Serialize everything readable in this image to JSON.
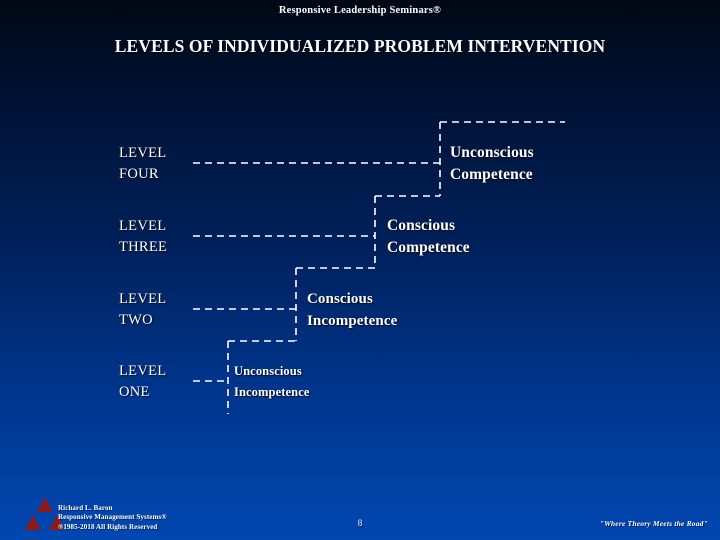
{
  "header": {
    "company_title": "Responsive Leadership Seminars®",
    "slide_heading": "LEVELS OF INDIVIDUALIZED PROBLEM INTERVENTION"
  },
  "diagram": {
    "type": "staircase",
    "levels": [
      {
        "label": "LEVEL\nFOUR",
        "value": "Unconscious\nCompetence"
      },
      {
        "label": "LEVEL\nTHREE",
        "value": "Conscious\nCompetence"
      },
      {
        "label": "LEVEL\nTWO",
        "value": "Conscious\nIncompetence"
      },
      {
        "label": "LEVEL\nONE",
        "value": "Unconscious\nIncompetence"
      }
    ],
    "line_style": "dashed",
    "line_color": "#ffffff"
  },
  "footer": {
    "logo_name": "three-triangles-logo",
    "logo_color": "#8b1a1a",
    "credit": "Richard L. Baron\nResponsive Management Systems®\n®1985-2018 All Rights Reserved",
    "page_number": "8",
    "tagline": "\"Where Theory Meets the Road\""
  },
  "colors": {
    "background_top": "#000814",
    "background_bottom": "#0046b0",
    "text": "#ffffff",
    "logo_red": "#8b1a1a"
  }
}
